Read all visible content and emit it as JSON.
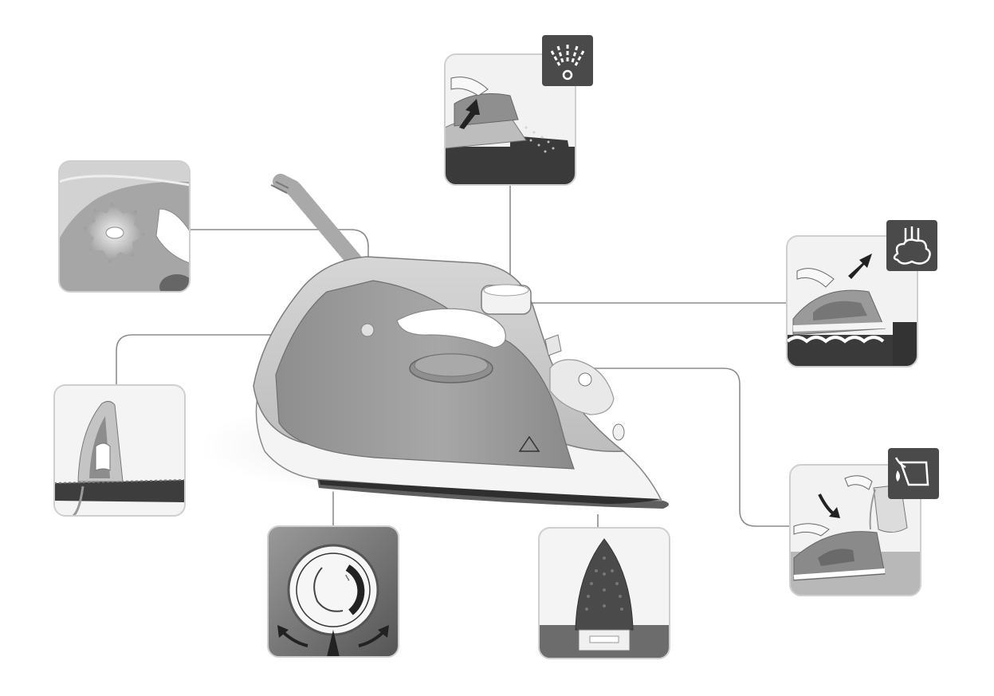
{
  "diagram": {
    "subject": "steam-iron",
    "colors": {
      "body_light": "#c9c9c9",
      "body_mid": "#9a9a9a",
      "body_dark": "#6f6f6f",
      "white_shell": "#f4f4f4",
      "outline": "#7d7d7d",
      "leader_line": "#8c8c8c",
      "icon_badge": "#4a4a4a",
      "icon_glyph": "#ffffff",
      "panel_bg": "#d6d6d6",
      "dark_fabric": "#3a3a3a"
    },
    "callouts": [
      {
        "id": "anti-calc-valve",
        "icon": "none"
      },
      {
        "id": "vertical-heel-rest",
        "icon": "none"
      },
      {
        "id": "temperature-dial",
        "icon": "none"
      },
      {
        "id": "soleplate",
        "icon": "none"
      },
      {
        "id": "spray-function",
        "icon": "spray-icon"
      },
      {
        "id": "steam-burst",
        "icon": "steam-cloud-icon"
      },
      {
        "id": "water-fill",
        "icon": "water-pour-icon"
      }
    ]
  }
}
